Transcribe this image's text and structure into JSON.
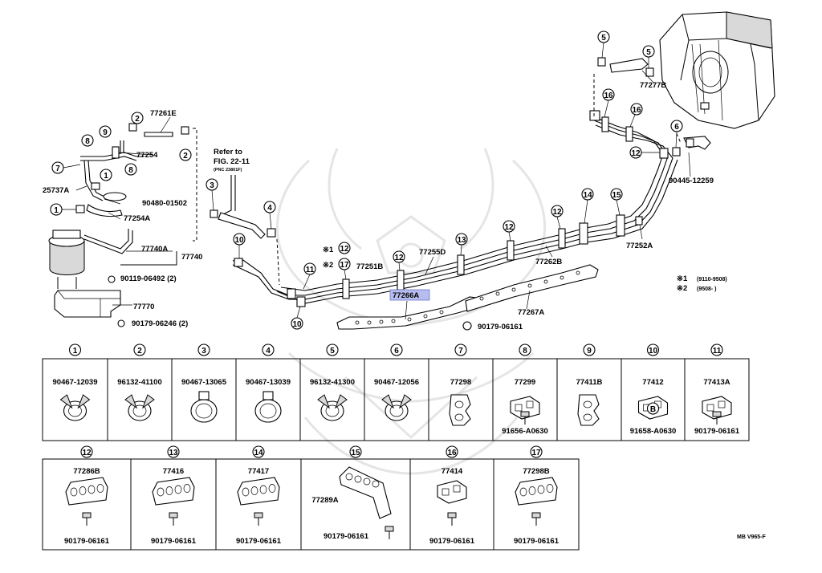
{
  "diagram": {
    "main_labels": {
      "l77261E": "77261E",
      "l77254": "77254",
      "l25737A": "25737A",
      "l90480": "90480-01502",
      "l77254A": "77254A",
      "l77740A": "77740A",
      "l77740": "77740",
      "l90119": "90119-06492 (2)",
      "l77770": "77770",
      "l90179_246": "90179-06246 (2)",
      "refer1": "Refer to",
      "refer2": "FIG. 22-11",
      "refer3": "(PNC 23801F)",
      "l77251B": "77251B",
      "l77255D": "77255D",
      "l77262B": "77262B",
      "l77266A": "77266A",
      "l77267A": "77267A",
      "l90179_161": "90179-06161",
      "l77277B": "77277B",
      "l90445": "90445-12259",
      "l77252A": "77252A",
      "star1": "※1",
      "star2": "※2",
      "note1_mark": "※1",
      "note1_text": "(9110-9508)",
      "note2_mark": "※2",
      "note2_text": "(9508-      )"
    },
    "circled": {
      "n1": "1",
      "n2": "2",
      "n3": "3",
      "n4": "4",
      "n5": "5",
      "n6": "6",
      "n7": "7",
      "n8": "8",
      "n9": "9",
      "n10": "10",
      "n11": "11",
      "n12": "12",
      "n13": "13",
      "n14": "14",
      "n15": "15",
      "n16": "16",
      "n17": "17"
    },
    "table_row1": [
      {
        "num": "1",
        "part": "90467-12039",
        "sub": ""
      },
      {
        "num": "2",
        "part": "96132-41100",
        "sub": ""
      },
      {
        "num": "3",
        "part": "90467-13065",
        "sub": ""
      },
      {
        "num": "4",
        "part": "90467-13039",
        "sub": ""
      },
      {
        "num": "5",
        "part": "96132-41300",
        "sub": ""
      },
      {
        "num": "6",
        "part": "90467-12056",
        "sub": ""
      },
      {
        "num": "7",
        "part": "77298",
        "sub": ""
      },
      {
        "num": "8",
        "part": "77299",
        "sub": "91656-A0630"
      },
      {
        "num": "9",
        "part": "77411B",
        "sub": ""
      },
      {
        "num": "10",
        "part": "77412",
        "sub": "91658-A0630"
      },
      {
        "num": "11",
        "part": "77413A",
        "sub": "90179-06161"
      }
    ],
    "table_row2": [
      {
        "num": "12",
        "part": "77286B",
        "sub": "90179-06161"
      },
      {
        "num": "13",
        "part": "77416",
        "sub": "90179-06161"
      },
      {
        "num": "14",
        "part": "77417",
        "sub": "90179-06161"
      },
      {
        "num": "15",
        "part": "77289A",
        "sub": "90179-06161"
      },
      {
        "num": "16",
        "part": "77414",
        "sub": "90179-06161"
      },
      {
        "num": "17",
        "part": "77298B",
        "sub": "90179-06161"
      }
    ],
    "b_mark": "B",
    "footer_code": "MB V965-F"
  }
}
